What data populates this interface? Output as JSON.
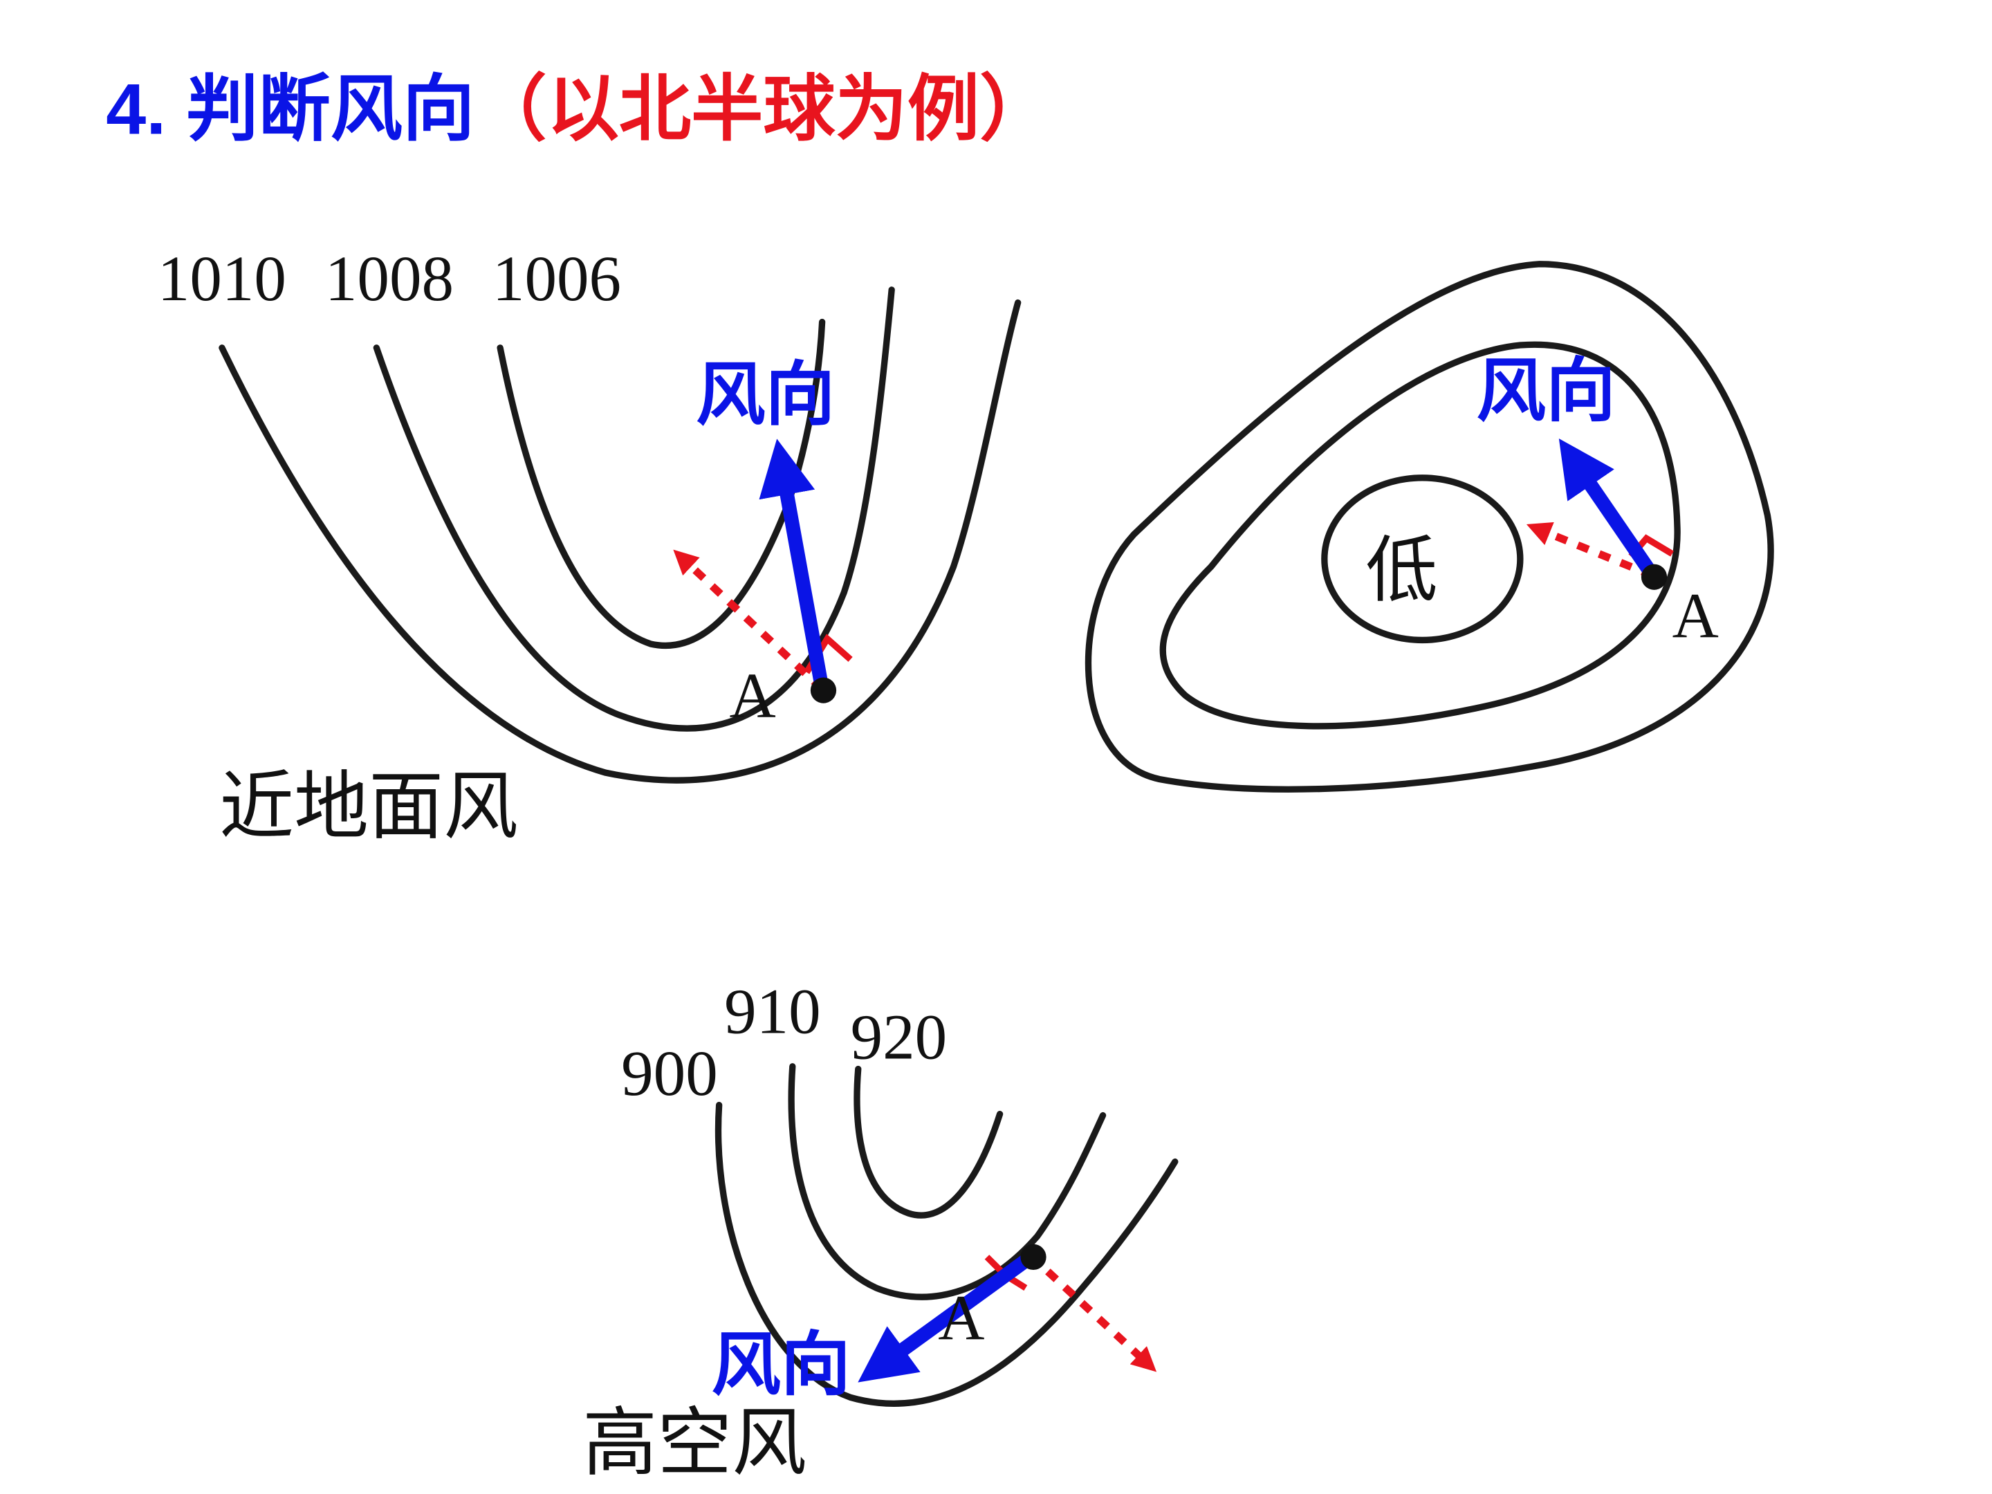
{
  "title": {
    "prefix": "4. 判断风向",
    "suffix": "（以北半球为例）",
    "prefix_color": "#0a14e6",
    "suffix_color": "#e8141e"
  },
  "colors": {
    "wind_arrow": "#0a14e6",
    "gradient_force_arrow": "#e8141e",
    "isobar": "#1a1a1a"
  },
  "panels": {
    "surface_trough": {
      "caption": "近地面风",
      "isobar_labels": [
        "1010",
        "1008",
        "1006"
      ],
      "point_label": "A",
      "wind_label": "风向"
    },
    "surface_low": {
      "center_label": "低",
      "point_label": "A",
      "wind_label": "风向"
    },
    "upper_air": {
      "caption": "高空风",
      "isobar_labels": [
        "900",
        "910",
        "920"
      ],
      "point_label": "A",
      "wind_label": "风向"
    }
  }
}
